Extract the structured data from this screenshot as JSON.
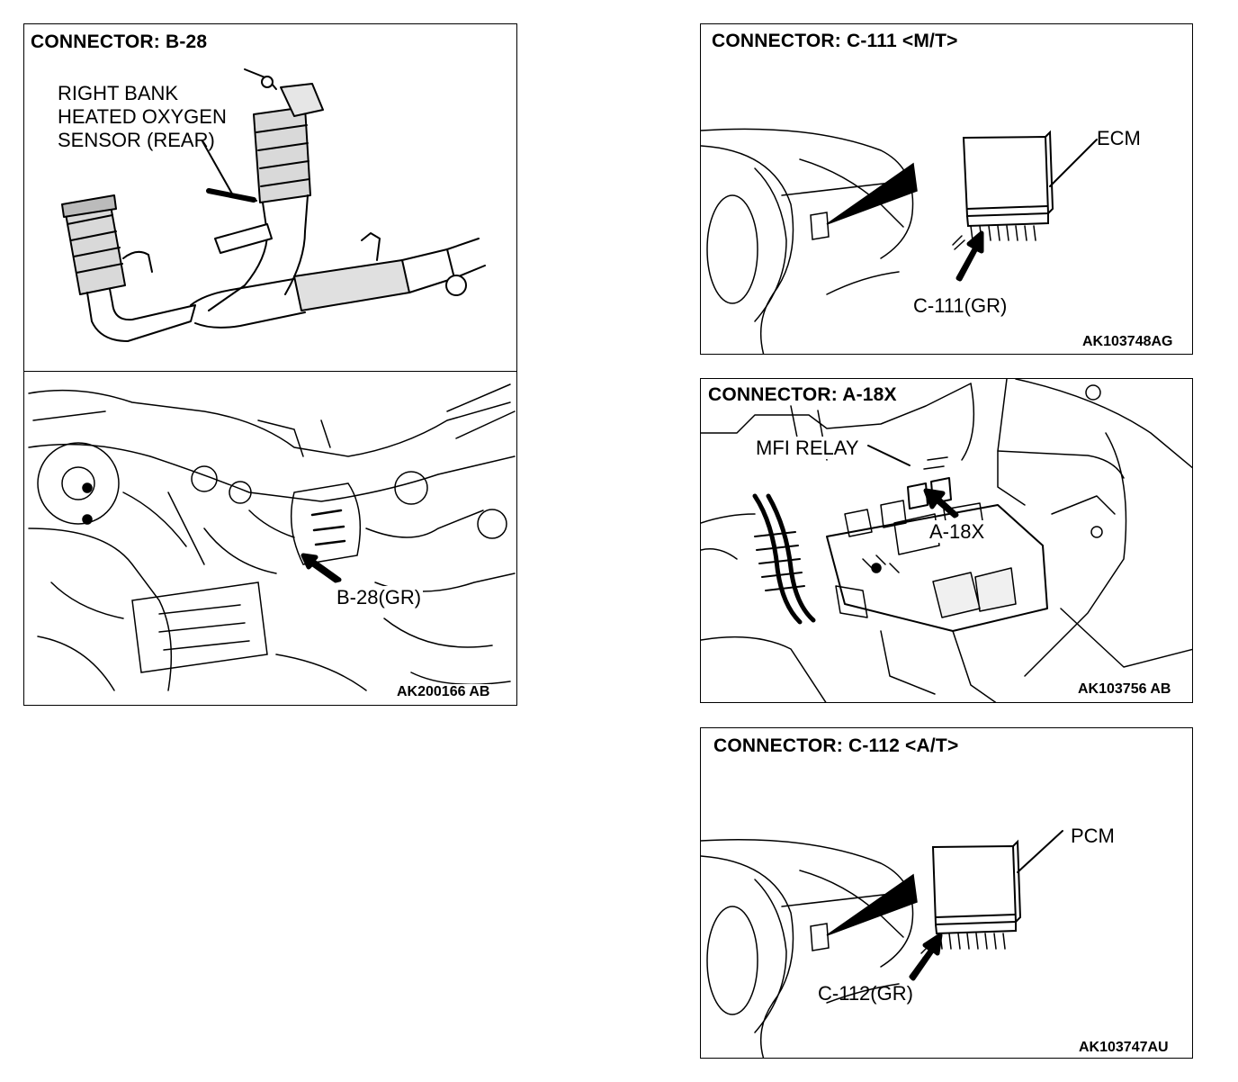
{
  "panels": {
    "b28": {
      "title": "CONNECTOR: B-28",
      "sensor_label": [
        "RIGHT BANK",
        "HEATED OXYGEN",
        "SENSOR (REAR)"
      ],
      "connector_label": "B-28(GR)",
      "figure_code": "AK200166 AB"
    },
    "c111": {
      "title": "CONNECTOR: C-111 <M/T>",
      "module_label": "ECM",
      "connector_label": "C-111(GR)",
      "figure_code": "AK103748AG"
    },
    "a18x": {
      "title": "CONNECTOR: A-18X",
      "relay_label": "MFI RELAY",
      "connector_label": "A-18X",
      "figure_code": "AK103756 AB"
    },
    "c112": {
      "title": "CONNECTOR: C-112 <A/T>",
      "module_label": "PCM",
      "connector_label": "C-112(GR)",
      "figure_code": "AK103747AU"
    }
  }
}
